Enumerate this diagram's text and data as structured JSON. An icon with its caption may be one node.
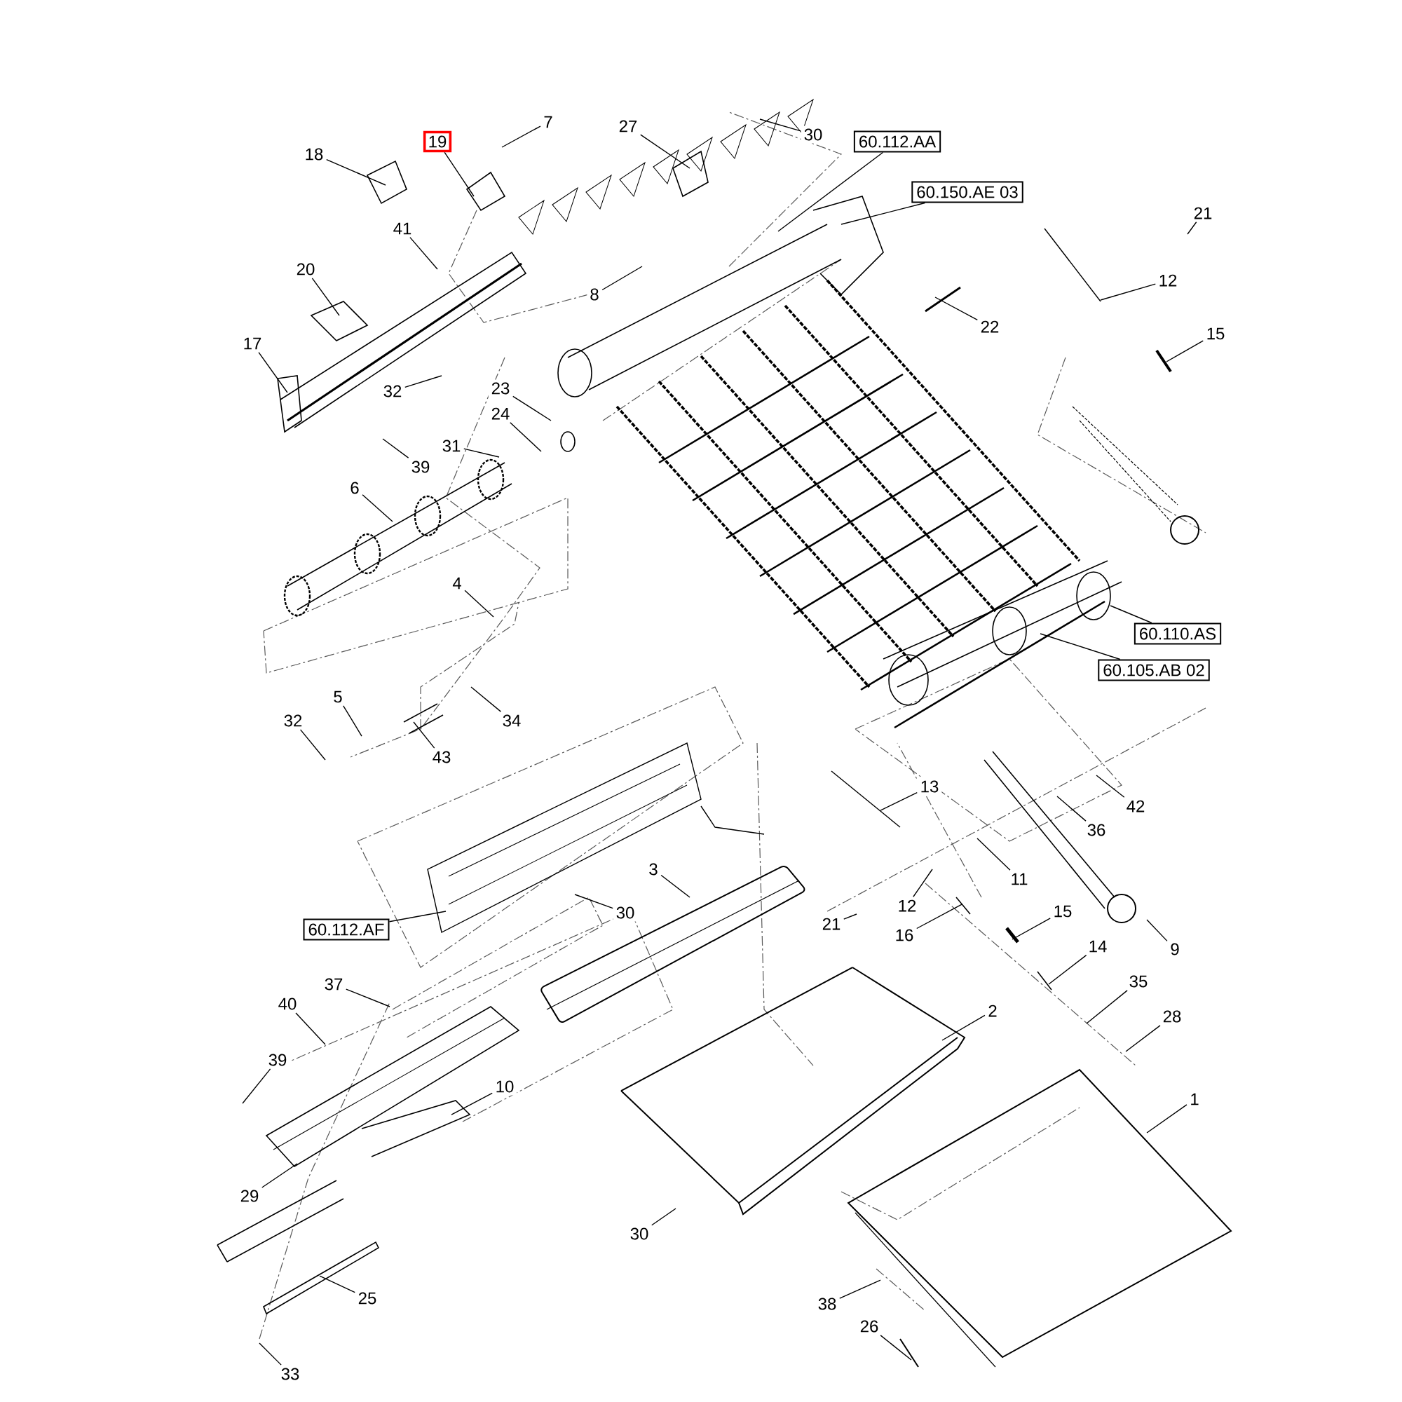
{
  "diagram": {
    "nodes": [
      {
        "text": [
          "18"
        ]
      },
      {
        "text": [
          "19"
        ]
      },
      {
        "text": [
          "7"
        ]
      },
      {
        "text": [
          "27"
        ]
      },
      {
        "text": [
          "30"
        ]
      },
      {
        "text": [
          "60.112.AA"
        ]
      },
      {
        "text": [
          "60.150.AE 03"
        ]
      },
      {
        "text": [
          "41"
        ]
      },
      {
        "text": [
          "20"
        ]
      },
      {
        "text": [
          "8"
        ]
      },
      {
        "text": [
          "21"
        ]
      },
      {
        "text": [
          "12"
        ]
      },
      {
        "text": [
          "22"
        ]
      },
      {
        "text": [
          "15"
        ]
      },
      {
        "text": [
          "17"
        ]
      },
      {
        "text": [
          "32"
        ]
      },
      {
        "text": [
          "23"
        ]
      },
      {
        "text": [
          "24"
        ]
      },
      {
        "text": [
          "31"
        ]
      },
      {
        "text": [
          "39"
        ]
      },
      {
        "text": [
          "6"
        ]
      },
      {
        "text": [
          "4"
        ]
      },
      {
        "text": [
          "60.110.AS"
        ]
      },
      {
        "text": [
          "60.105.AB 02"
        ]
      },
      {
        "text": [
          "5"
        ]
      },
      {
        "text": [
          "32"
        ]
      },
      {
        "text": [
          "34"
        ]
      },
      {
        "text": [
          "43"
        ]
      },
      {
        "text": [
          "13"
        ]
      },
      {
        "text": [
          "42"
        ]
      },
      {
        "text": [
          "36"
        ]
      },
      {
        "text": [
          "3"
        ]
      },
      {
        "text": [
          "11"
        ]
      },
      {
        "text": [
          "30"
        ]
      },
      {
        "text": [
          "60.112.AF"
        ]
      },
      {
        "text": [
          "21"
        ]
      },
      {
        "text": [
          "12"
        ]
      },
      {
        "text": [
          "15"
        ]
      },
      {
        "text": [
          "16"
        ]
      },
      {
        "text": [
          "9"
        ]
      },
      {
        "text": [
          "14"
        ]
      },
      {
        "text": [
          "37"
        ]
      },
      {
        "text": [
          "40"
        ]
      },
      {
        "text": [
          "35"
        ]
      },
      {
        "text": [
          "28"
        ]
      },
      {
        "text": [
          "2"
        ]
      },
      {
        "text": [
          "39"
        ]
      },
      {
        "text": [
          "10"
        ]
      },
      {
        "text": [
          "1"
        ]
      },
      {
        "text": [
          "29"
        ]
      },
      {
        "text": [
          "30"
        ]
      },
      {
        "text": [
          "25"
        ]
      },
      {
        "text": [
          "38"
        ]
      },
      {
        "text": [
          "26"
        ]
      },
      {
        "text": [
          "33"
        ]
      }
    ],
    "edges": [
      {
        "from": 0,
        "to": null,
        "arrow": "none"
      },
      {
        "from": 1,
        "to": null,
        "arrow": "none"
      },
      {
        "from": 2,
        "to": null,
        "arrow": "none"
      },
      {
        "from": 3,
        "to": null,
        "arrow": "none"
      },
      {
        "from": 4,
        "to": null,
        "arrow": "none"
      },
      {
        "from": 5,
        "to": null,
        "arrow": "none"
      },
      {
        "from": 6,
        "to": null,
        "arrow": "none"
      },
      {
        "from": 7,
        "to": null,
        "arrow": "none"
      },
      {
        "from": 8,
        "to": null,
        "arrow": "none"
      },
      {
        "from": 9,
        "to": null,
        "arrow": "none"
      },
      {
        "from": 10,
        "to": null,
        "arrow": "none"
      },
      {
        "from": 11,
        "to": null,
        "arrow": "none"
      },
      {
        "from": 12,
        "to": null,
        "arrow": "none"
      },
      {
        "from": 13,
        "to": null,
        "arrow": "none"
      },
      {
        "from": 14,
        "to": null,
        "arrow": "none"
      },
      {
        "from": 15,
        "to": null,
        "arrow": "none"
      },
      {
        "from": 16,
        "to": null,
        "arrow": "none"
      },
      {
        "from": 17,
        "to": null,
        "arrow": "none"
      },
      {
        "from": 18,
        "to": null,
        "arrow": "none"
      },
      {
        "from": 19,
        "to": null,
        "arrow": "none"
      },
      {
        "from": 20,
        "to": null,
        "arrow": "none"
      },
      {
        "from": 21,
        "to": null,
        "arrow": "none"
      },
      {
        "from": 22,
        "to": null,
        "arrow": "none"
      },
      {
        "from": 23,
        "to": null,
        "arrow": "none"
      },
      {
        "from": 24,
        "to": null,
        "arrow": "none"
      },
      {
        "from": 25,
        "to": null,
        "arrow": "none"
      },
      {
        "from": 26,
        "to": null,
        "arrow": "none"
      },
      {
        "from": 27,
        "to": null,
        "arrow": "none"
      },
      {
        "from": 28,
        "to": null,
        "arrow": "none"
      },
      {
        "from": 29,
        "to": null,
        "arrow": "none"
      },
      {
        "from": 30,
        "to": null,
        "arrow": "none"
      },
      {
        "from": 31,
        "to": null,
        "arrow": "none"
      },
      {
        "from": 32,
        "to": null,
        "arrow": "none"
      },
      {
        "from": 33,
        "to": null,
        "arrow": "none"
      },
      {
        "from": 34,
        "to": null,
        "arrow": "none"
      },
      {
        "from": 35,
        "to": null,
        "arrow": "none"
      },
      {
        "from": 36,
        "to": null,
        "arrow": "none"
      },
      {
        "from": 37,
        "to": null,
        "arrow": "none"
      },
      {
        "from": 38,
        "to": null,
        "arrow": "none"
      },
      {
        "from": 39,
        "to": null,
        "arrow": "none"
      },
      {
        "from": 40,
        "to": null,
        "arrow": "none"
      },
      {
        "from": 41,
        "to": null,
        "arrow": "none"
      },
      {
        "from": 42,
        "to": null,
        "arrow": "none"
      },
      {
        "from": 43,
        "to": null,
        "arrow": "none"
      },
      {
        "from": 44,
        "to": null,
        "arrow": "none"
      },
      {
        "from": 45,
        "to": null,
        "arrow": "none"
      },
      {
        "from": 46,
        "to": null,
        "arrow": "none"
      },
      {
        "from": 47,
        "to": null,
        "arrow": "none"
      },
      {
        "from": 48,
        "to": null,
        "arrow": "none"
      },
      {
        "from": 49,
        "to": null,
        "arrow": "none"
      },
      {
        "from": 50,
        "to": null,
        "arrow": "none"
      },
      {
        "from": 51,
        "to": null,
        "arrow": "none"
      },
      {
        "from": 52,
        "to": null,
        "arrow": "none"
      },
      {
        "from": 53,
        "to": null,
        "arrow": "none"
      },
      {
        "from": 54,
        "to": null,
        "arrow": "none"
      }
    ]
  }
}
